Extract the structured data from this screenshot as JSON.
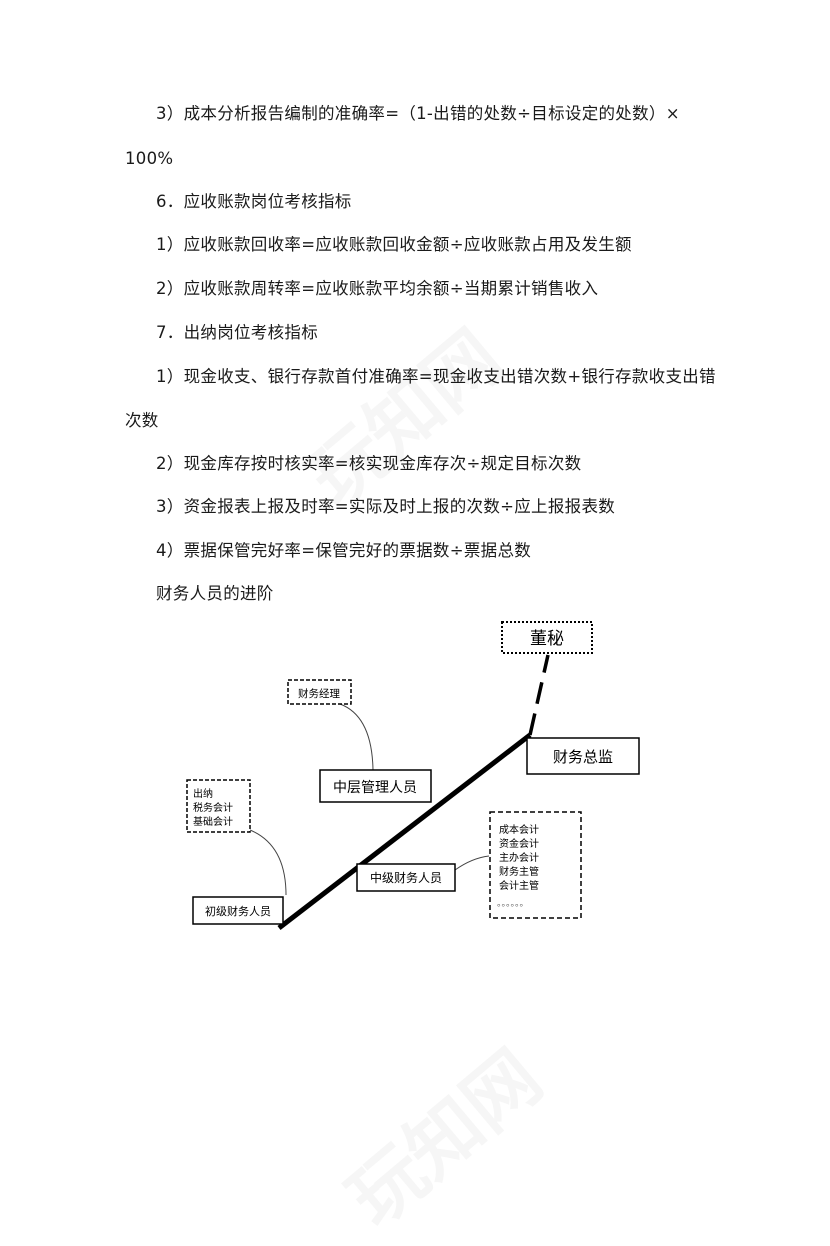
{
  "paragraphs": [
    {
      "id": "p1",
      "text": "3）成本分析报告编制的准确率=（1-出错的处数÷目标设定的处数）×"
    },
    {
      "id": "p1b",
      "text": "100%"
    },
    {
      "id": "h6",
      "text": "6．应收账款岗位考核指标"
    },
    {
      "id": "p2",
      "text": "1）应收账款回收率=应收账款回收金额÷应收账款占用及发生额"
    },
    {
      "id": "p3",
      "text": "2）应收账款周转率=应收账款平均余额÷当期累计销售收入"
    },
    {
      "id": "h7",
      "text": "7．出纳岗位考核指标"
    },
    {
      "id": "p4",
      "text": "1）现金收支、银行存款首付准确率=现金收支出错次数+银行存款收支出错"
    },
    {
      "id": "p4b",
      "text": "次数"
    },
    {
      "id": "p5",
      "text": "2）现金库存按时核实率=核实现金库存次÷规定目标次数"
    },
    {
      "id": "p6",
      "text": "3）资金报表上报及时率=实际及时上报的次数÷应上报报表数"
    },
    {
      "id": "p7",
      "text": "4）票据保管完好率=保管完好的票据数÷票据总数"
    },
    {
      "id": "p8",
      "text": "财务人员的进阶"
    }
  ],
  "diagram": {
    "nodes": {
      "secretary": "董秘",
      "cfo": "财务总监",
      "finance_manager": "财务经理",
      "middle_manager": "中层管理人员",
      "mid_finance": "中级财务人员",
      "junior_finance": "初级财务人员",
      "junior_roles": [
        "出纳",
        "税务会计",
        "基础会计"
      ],
      "mid_roles": [
        "成本会计",
        "资金会计",
        "主办会计",
        "财务主管",
        "会计主管"
      ],
      "ellipsis": "。。。。。。"
    }
  },
  "watermark": "玩知网"
}
